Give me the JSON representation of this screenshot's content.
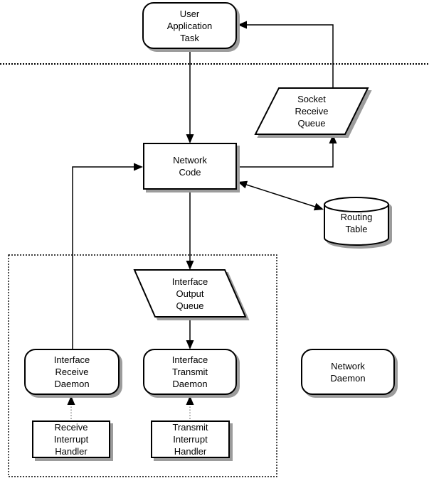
{
  "diagram": {
    "nodes": {
      "user_application_task": {
        "label": "User\nApplication\nTask",
        "shape": "rounded-rectangle"
      },
      "socket_receive_queue": {
        "label": "Socket\nReceive\nQueue",
        "shape": "parallelogram"
      },
      "network_code": {
        "label": "Network\nCode",
        "shape": "rectangle"
      },
      "routing_table": {
        "label": "Routing\nTable",
        "shape": "cylinder"
      },
      "interface_output_queue": {
        "label": "Interface\nOutput\nQueue",
        "shape": "parallelogram"
      },
      "interface_receive_daemon": {
        "label": "Interface\nReceive\nDaemon",
        "shape": "rounded-rectangle"
      },
      "interface_transmit_daemon": {
        "label": "Interface\nTransmit\nDaemon",
        "shape": "rounded-rectangle"
      },
      "network_daemon": {
        "label": "Network\nDaemon",
        "shape": "rounded-rectangle"
      },
      "receive_interrupt_handler": {
        "label": "Receive\nInterrupt\nHandler",
        "shape": "rectangle"
      },
      "transmit_interrupt_handler": {
        "label": "Transmit\nInterrupt\nHandler",
        "shape": "rectangle"
      }
    },
    "edges": [
      {
        "from": "user_application_task",
        "to": "network_code",
        "style": "solid",
        "bidirectional": false
      },
      {
        "from": "network_code",
        "to": "interface_output_queue",
        "style": "solid",
        "bidirectional": false
      },
      {
        "from": "interface_output_queue",
        "to": "interface_transmit_daemon",
        "style": "solid",
        "bidirectional": false
      },
      {
        "from": "interface_receive_daemon",
        "to": "network_code",
        "style": "solid",
        "bidirectional": false
      },
      {
        "from": "network_code",
        "to": "socket_receive_queue",
        "style": "solid",
        "bidirectional": false
      },
      {
        "from": "socket_receive_queue",
        "to": "user_application_task",
        "style": "solid",
        "bidirectional": false
      },
      {
        "from": "network_code",
        "to": "routing_table",
        "style": "solid",
        "bidirectional": true
      },
      {
        "from": "receive_interrupt_handler",
        "to": "interface_receive_daemon",
        "style": "dotted",
        "bidirectional": false
      },
      {
        "from": "transmit_interrupt_handler",
        "to": "interface_transmit_daemon",
        "style": "dotted",
        "bidirectional": false
      }
    ],
    "boundaries": [
      {
        "name": "user-kernel-separator",
        "style": "dotted-horizontal-line"
      },
      {
        "name": "interface-layer-box",
        "style": "dotted-rectangle"
      }
    ],
    "colors": {
      "background": "#ffffff",
      "stroke": "#000000",
      "fill": "#ffffff",
      "shadow": "#9c9c9c"
    }
  }
}
